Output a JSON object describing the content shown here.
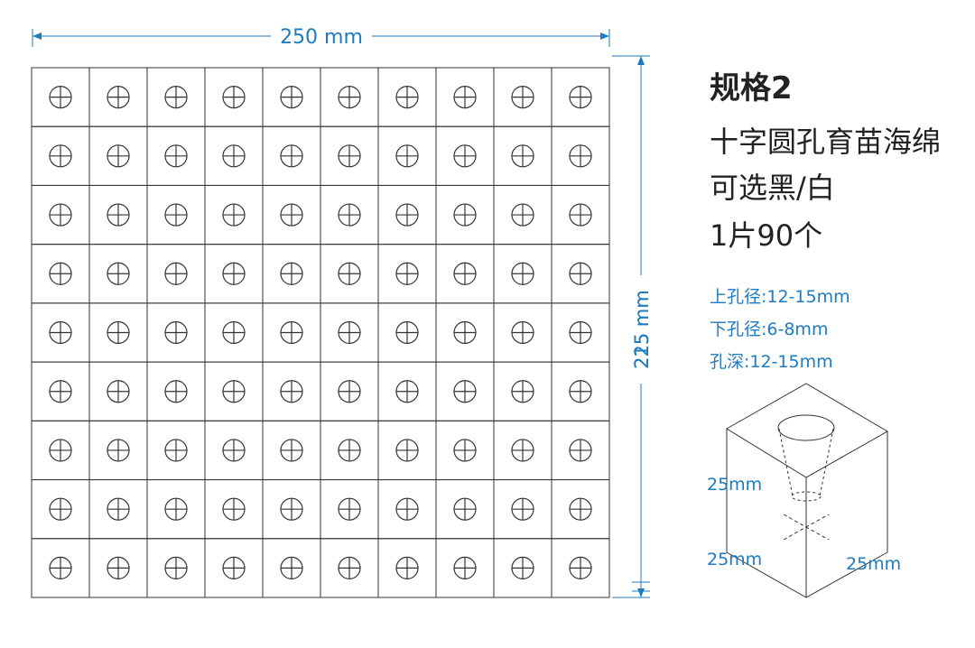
{
  "dimensions": {
    "width_label": "250 mm",
    "height_label": "225 mm",
    "height_label_overlay": "215 mm"
  },
  "grid": {
    "columns": 10,
    "rows": 9
  },
  "info": {
    "title": "规格2",
    "line1": "十字圆孔育苗海绵",
    "line2": "可选黑/白",
    "line3": "1片90个",
    "spec1": "上孔径:12-15mm",
    "spec2": "下孔径:6-8mm",
    "spec3": "孔深:12-15mm"
  },
  "cube": {
    "height_label": "25mm",
    "left_label": "25mm",
    "right_label": "25mm"
  },
  "colors": {
    "dimension": "#1f7bc0",
    "line": "#333333"
  }
}
